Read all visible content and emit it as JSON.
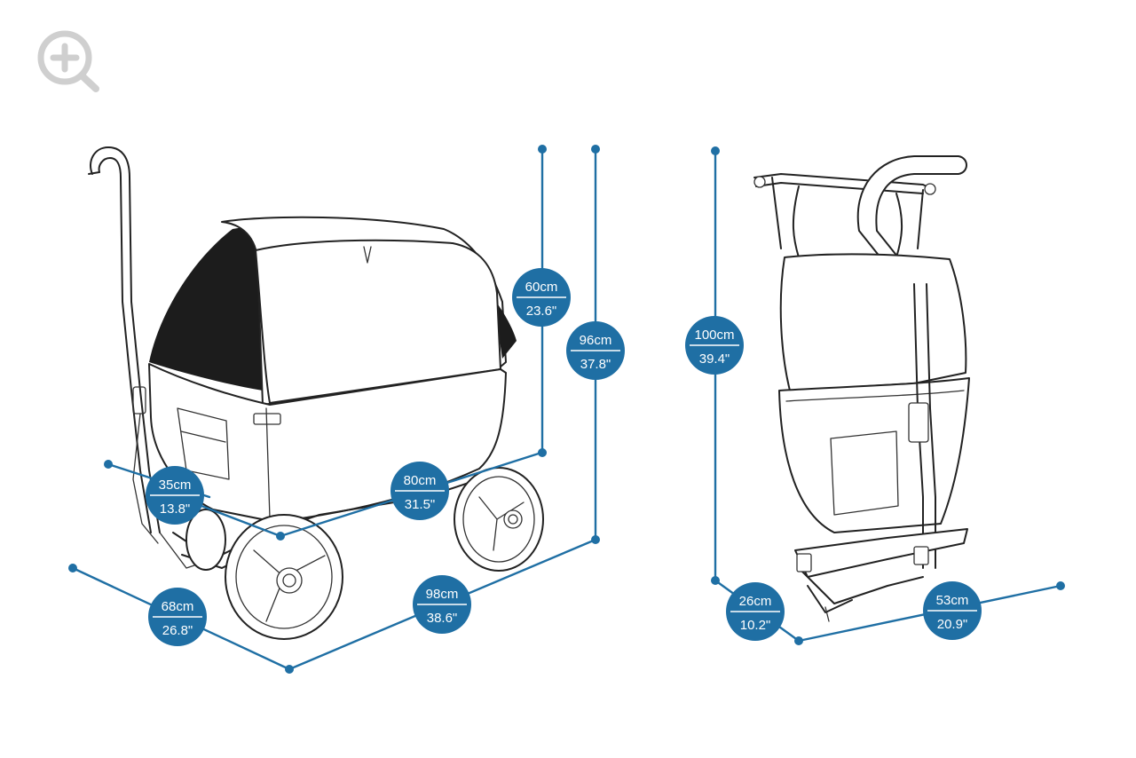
{
  "toolbar": {
    "zoom_icon": "zoom-in-icon",
    "zoom_color": "#cfcfcf"
  },
  "colors": {
    "accent": "#1f6fa4",
    "line_art": "#222222",
    "mesh": "#1c1c1c"
  },
  "dimensions": [
    {
      "id": "canopy-height",
      "metric": "60cm",
      "imperial": "23.6\""
    },
    {
      "id": "total-height",
      "metric": "96cm",
      "imperial": "37.8\""
    },
    {
      "id": "folded-height",
      "metric": "100cm",
      "imperial": "39.4\""
    },
    {
      "id": "seat-depth",
      "metric": "35cm",
      "imperial": "13.8\""
    },
    {
      "id": "interior-length",
      "metric": "80cm",
      "imperial": "31.5\""
    },
    {
      "id": "total-width",
      "metric": "68cm",
      "imperial": "26.8\""
    },
    {
      "id": "total-length",
      "metric": "98cm",
      "imperial": "38.6\""
    },
    {
      "id": "folded-depth",
      "metric": "26cm",
      "imperial": "10.2\""
    },
    {
      "id": "folded-width",
      "metric": "53cm",
      "imperial": "20.9\""
    }
  ]
}
